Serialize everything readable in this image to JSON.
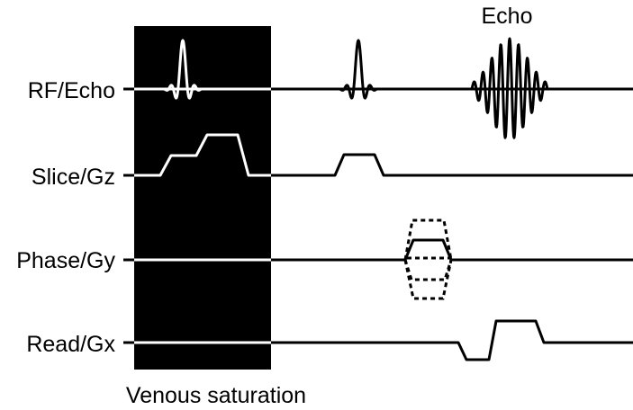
{
  "diagram": {
    "rows": [
      {
        "label": "RF/Echo"
      },
      {
        "label": "Slice/Gz"
      },
      {
        "label": "Phase/Gy"
      },
      {
        "label": "Read/Gx"
      }
    ],
    "echo_label": "Echo",
    "saturation_label": "Venous saturation"
  },
  "colors": {
    "background": "#ffffff",
    "trace": "#000000",
    "saturation_block": "#000000",
    "saturation_trace": "#ffffff"
  }
}
